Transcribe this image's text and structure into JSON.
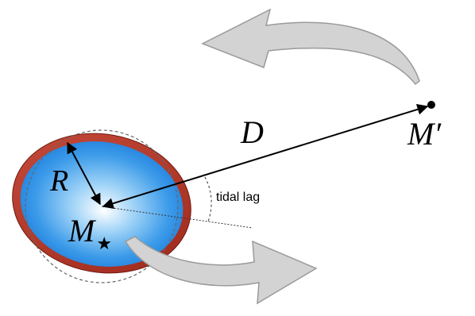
{
  "diagram": {
    "labels": {
      "radius": "R",
      "distance": "D",
      "star_mass": "M",
      "star_mass_subscript": "★",
      "companion_mass": "M′",
      "tidal_lag": "tidal lag"
    },
    "colors": {
      "background": "#ffffff",
      "star_core": "#ffffff",
      "star_mid": "#5ab2f0",
      "star_edge": "#1f86e2",
      "tidal_bulge": "#c0392b",
      "tidal_bulge_dark": "#8e2318",
      "orbit_arrow_fill": "#d3d3d3",
      "orbit_arrow_stroke": "#9a9a9a",
      "line": "#000000",
      "dashed_outline": "#666666"
    },
    "elements": [
      "star",
      "tidal-bulge",
      "undeformed-outline",
      "companion-body",
      "orbit-arrow",
      "spin-arrow",
      "radius-arrow",
      "distance-arrow",
      "tidal-lag-angle"
    ]
  }
}
